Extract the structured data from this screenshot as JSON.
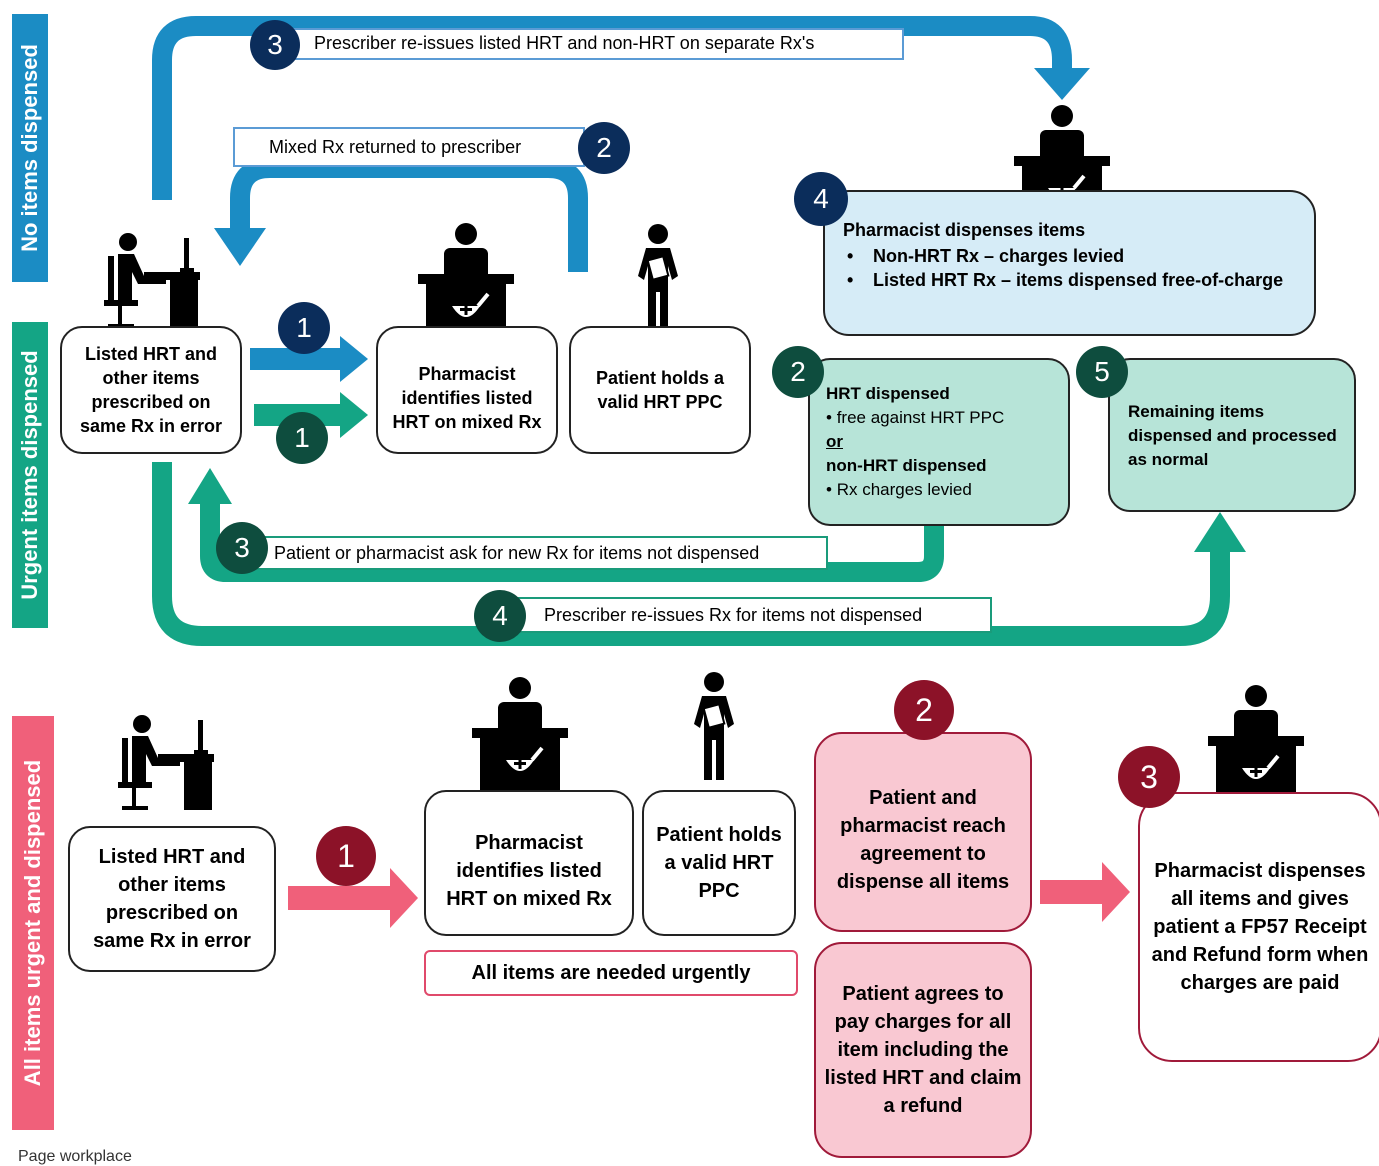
{
  "side_labels": {
    "no_items": "No items dispensed",
    "urgent_items": "Urgent items dispensed",
    "all_items": "All items urgent and dispensed"
  },
  "badges": {
    "top_b3": "3",
    "top_b2": "2",
    "top_b1_blue": "1",
    "top_b1_green": "1",
    "top_b4_disp": "4",
    "top_b2_hrt": "2",
    "top_b5": "5",
    "top_b3_green": "3",
    "top_b4_green": "4",
    "bot_b1": "1",
    "bot_b2": "2",
    "bot_b3": "3"
  },
  "arrow_labels": {
    "reissue_separate": "Prescriber re-issues listed HRT and non-HRT on separate Rx's",
    "mixed_returned": "Mixed Rx returned to prescriber",
    "ask_new_rx": "Patient or pharmacist ask for new Rx for items not dispensed",
    "reissue_not_dispensed": "Prescriber re-issues Rx for items not dispensed"
  },
  "top": {
    "prescriber_box": "Listed HRT and other items prescribed on same Rx in error",
    "pharmacist_box": "Pharmacist identifies listed HRT on mixed Rx",
    "patient_box": "Patient holds a valid HRT PPC",
    "dispenses": {
      "title": "Pharmacist dispenses items",
      "item1": "Non-HRT Rx – charges levied",
      "item2": "Listed HRT Rx – items dispensed free-of-charge"
    },
    "hrt_dispensed": {
      "title": "HRT dispensed",
      "item1": "free  against HRT PPC",
      "or": "or",
      "title2": "non-HRT dispensed",
      "item2": "Rx charges levied"
    },
    "remaining": "Remaining items dispensed and processed as normal"
  },
  "bottom": {
    "prescriber_box": "Listed HRT and other items prescribed on same Rx in error",
    "pharmacist_box": "Pharmacist identifies listed HRT on mixed Rx",
    "patient_box": "Patient holds a valid HRT PPC",
    "urgent_note": "All items are needed urgently",
    "agreement": "Patient and pharmacist reach agreement to dispense all items",
    "agrees_pay": "Patient agrees to pay charges for all item including the listed HRT and claim a refund",
    "final": "Pharmacist dispenses all items and gives patient a FP57 Receipt and Refund form when charges are paid"
  },
  "footer": "Page workplace",
  "colors": {
    "blue": "#1b8cc4",
    "green": "#14a585",
    "red": "#f0607a",
    "light_blue": "#d6ecf7",
    "light_green": "#b7e4d8",
    "light_pink": "#f9c8d2"
  }
}
